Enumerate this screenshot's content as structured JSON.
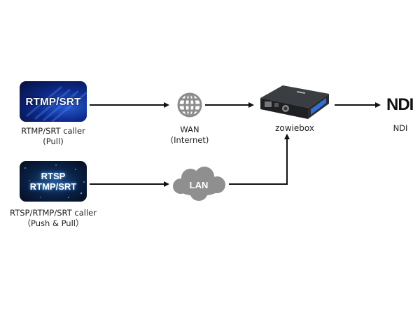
{
  "sources": [
    {
      "tile_text": [
        "RTMP/SRT"
      ],
      "caption": [
        "RTMP/SRT caller",
        "(Pull)"
      ]
    },
    {
      "tile_text": [
        "RTSP",
        "RTMP/SRT"
      ],
      "caption": [
        "RTSP/RTMP/SRT caller",
        "（Push & Pull）"
      ]
    }
  ],
  "networks": {
    "wan": {
      "icon": "globe-icon",
      "caption": [
        "WAN",
        "(Internet)"
      ]
    },
    "lan": {
      "icon": "cloud-icon",
      "label": "LAN"
    }
  },
  "device": {
    "caption": "zowiebox"
  },
  "output": {
    "logo": "NDI",
    "caption": "NDI"
  },
  "colors": {
    "line": "#111111",
    "globe": "#8c8c8c",
    "cloud": "#8f8f8f",
    "tile1": "#0d2a8a",
    "tile2": "#0a2247",
    "device_screen": "#2f6fd8"
  }
}
